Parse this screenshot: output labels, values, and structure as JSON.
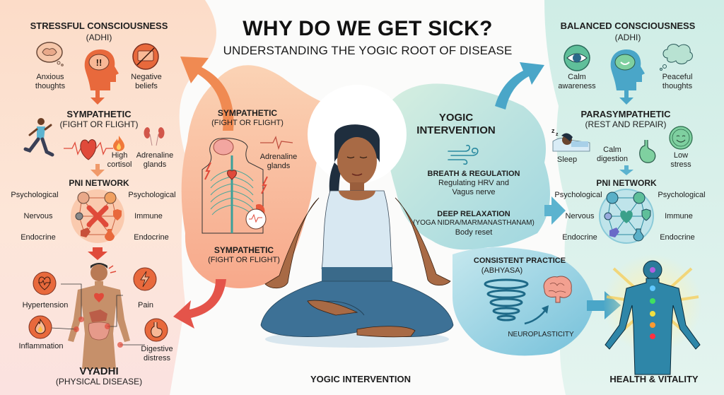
{
  "header": {
    "title": "WHY DO WE GET SICK?",
    "subtitle": "UNDERSTANDING THE YOGIC ROOT OF DISEASE"
  },
  "left_panel": {
    "stressful": {
      "title": "STRESSFUL CONSCIOUSNESS",
      "subtitle": "(ADHI)",
      "items": [
        {
          "icon": "brain-thought-bubble-icon",
          "label": "Anxious thoughts"
        },
        {
          "icon": "head-alert-icon",
          "label": ""
        },
        {
          "icon": "no-speech-icon",
          "label": "Negative beliefs"
        }
      ]
    },
    "sympathetic": {
      "title": "SYMPATHETIC",
      "subtitle": "(FIGHT OR FLIGHT)",
      "items": [
        {
          "icon": "running-woman-icon",
          "label": ""
        },
        {
          "icon": "heart-pulse-icon",
          "label": ""
        },
        {
          "icon": "flame-icon",
          "label": "High cortisol"
        },
        {
          "icon": "kidneys-icon",
          "label": "Adrenaline glands"
        }
      ]
    },
    "pni": {
      "title": "PNI NETWORK",
      "left_labels": [
        "Psychological",
        "Nervous",
        "Endocrine"
      ],
      "right_labels": [
        "Psychological",
        "Immune",
        "Endocrine"
      ]
    },
    "vyadhi": {
      "title": "VYADHI",
      "subtitle": "(PHYSICAL DISEASE)",
      "symptoms": [
        {
          "icon": "heart-pulse-icon",
          "label": "Hypertension"
        },
        {
          "icon": "flame-icon",
          "label": "Inflammation"
        },
        {
          "icon": "lightning-icon",
          "label": "Pain"
        },
        {
          "icon": "stomach-icon",
          "label": "Digestive distress"
        }
      ]
    }
  },
  "center_left": {
    "title": "SYMPATHETIC",
    "subtitle": "(FIGHT OR FLIGHT)",
    "label": "Adrenaline glands",
    "bottom_title": "SYMPATHETIC",
    "bottom_subtitle": "(FIGHT OR FLIGHT)"
  },
  "center": {
    "caption": "YOGIC INTERVENTION"
  },
  "center_right": {
    "title_line1": "YOGIC",
    "title_line2": "INTERVENTION",
    "breath": {
      "title": "BREATH & REGULATION",
      "line1": "Regulating HRV and",
      "line2": "Vagus nerve"
    },
    "relax": {
      "title": "DEEP RELAXATION",
      "subtitle": "(YOGA NIDRA/MARMANASTHANAM)",
      "line1": "Body reset"
    },
    "practice": {
      "title": "CONSISTENT PRACTICE",
      "subtitle": "(ABHYASA)",
      "label": "NEUROPLASTICITY"
    }
  },
  "right_panel": {
    "balanced": {
      "title": "BALANCED CONSCIOUSNESS",
      "subtitle": "(ADHI)",
      "items": [
        {
          "icon": "eye-icon",
          "label": "Calm awareness"
        },
        {
          "icon": "head-calm-icon",
          "label": ""
        },
        {
          "icon": "cloud-thought-icon",
          "label": "Peaceful thoughts"
        }
      ]
    },
    "parasympathetic": {
      "title": "PARASYMPATHETIC",
      "subtitle": "(REST AND REPAIR)",
      "items": [
        {
          "icon": "sleeping-person-icon",
          "label": "Sleep"
        },
        {
          "icon": "stomach-icon",
          "label": "Calm digestion"
        },
        {
          "icon": "smile-icon",
          "label": "Low stress"
        }
      ]
    },
    "pni": {
      "title": "PNI NETWORK",
      "left_labels": [
        "Psychological",
        "Nervous",
        "Endocrine"
      ],
      "right_labels": [
        "Psychological",
        "Immune",
        "Endocrine"
      ]
    },
    "health": {
      "title": "HEALTH & VITALITY"
    }
  },
  "colors": {
    "stress_accent": "#e8693c",
    "stress_bg": "#fbd9c4",
    "disease_red": "#e04a3a",
    "calm_accent": "#4aa6c8",
    "calm_bg": "#d6efe9",
    "calm_green": "#5fbf9a"
  }
}
